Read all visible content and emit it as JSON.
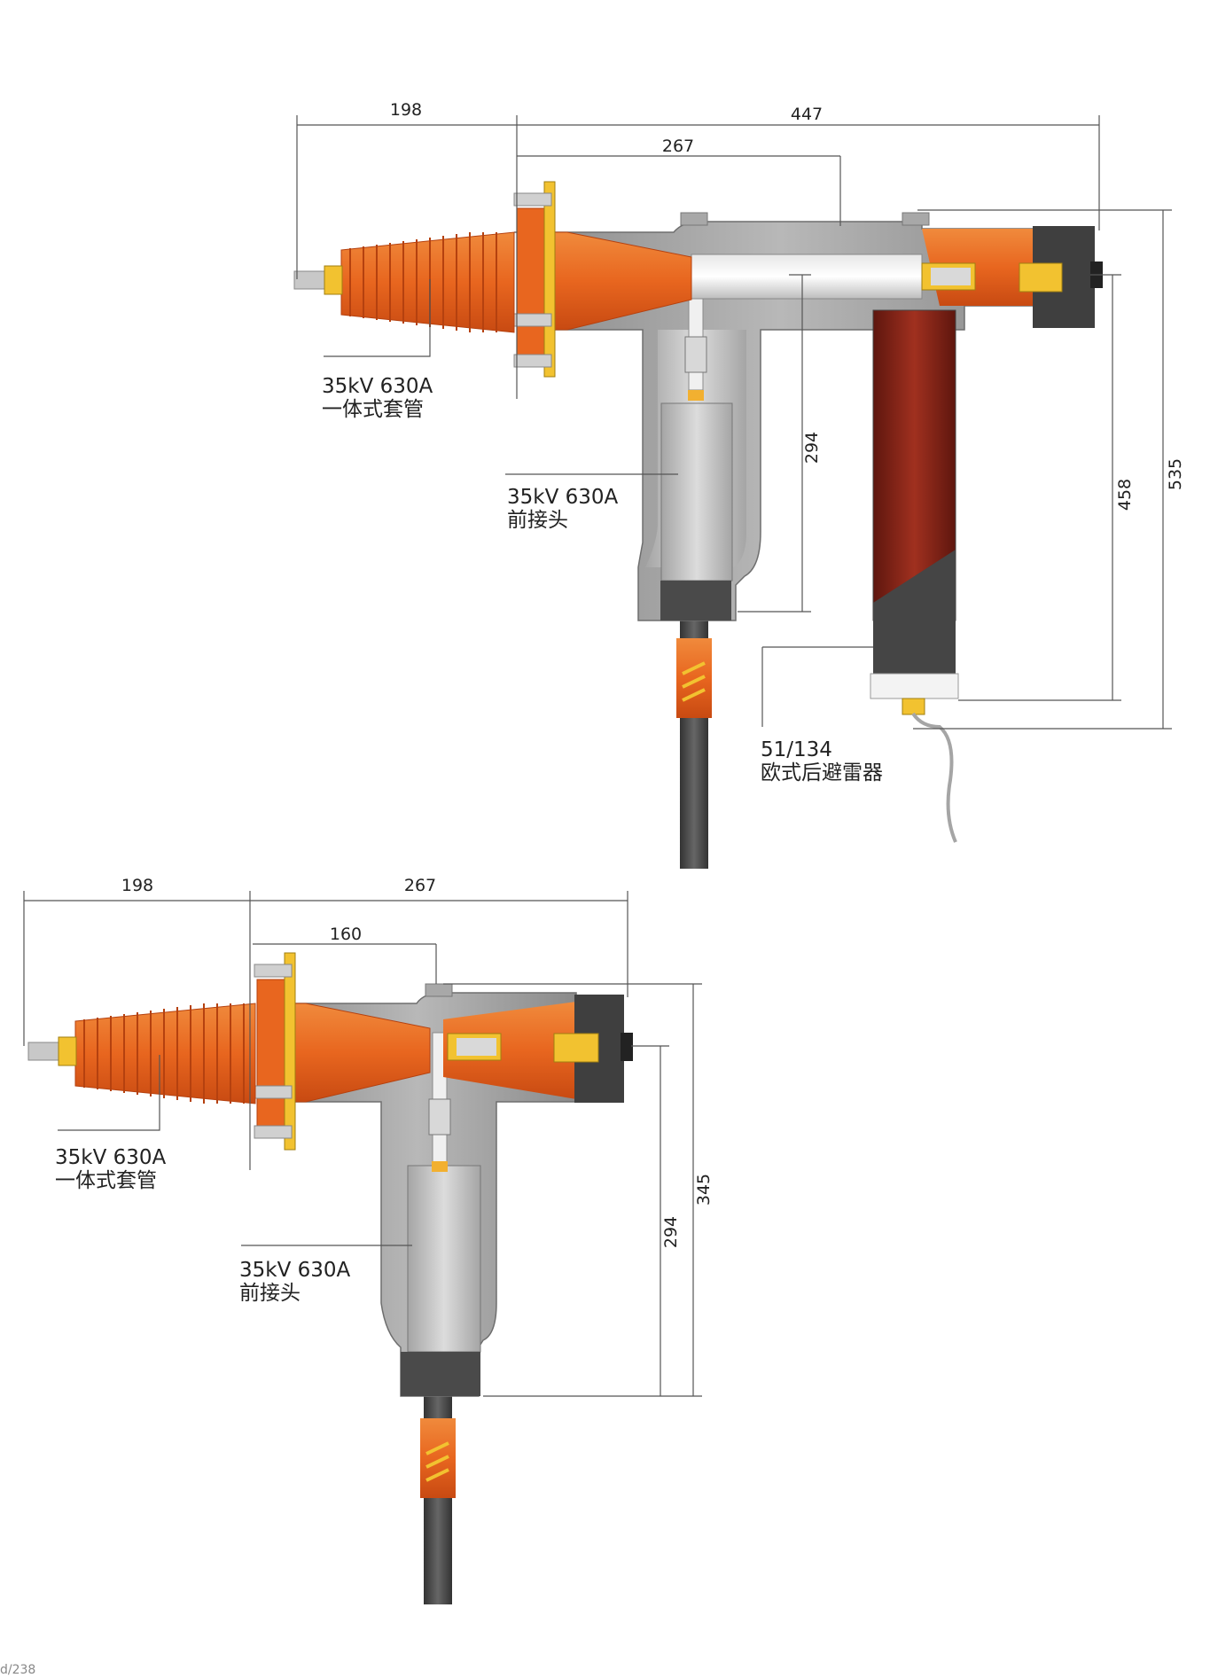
{
  "diagram_top": {
    "dimensions": {
      "d_198": "198",
      "d_447": "447",
      "d_267": "267",
      "d_294": "294",
      "d_458": "458",
      "d_535": "535"
    },
    "labels": {
      "bushing": {
        "line1": "35kV 630A",
        "line2": "一体式套管"
      },
      "front_connector": {
        "line1": "35kV 630A",
        "line2": "前接头"
      },
      "arrester": {
        "line1": "51/134",
        "line2": "欧式后避雷器"
      }
    }
  },
  "diagram_bottom": {
    "dimensions": {
      "d_198": "198",
      "d_267": "267",
      "d_160": "160",
      "d_294": "294",
      "d_345": "345"
    },
    "labels": {
      "bushing": {
        "line1": "35kV 630A",
        "line2": "一体式套管"
      },
      "front_connector": {
        "line1": "35kV 630A",
        "line2": "前接头"
      }
    }
  },
  "footer": {
    "text": "d/238"
  },
  "colors": {
    "orange": "#e8661f",
    "orange_dark": "#c84a12",
    "gray_body": "#9a9a9a",
    "gray_light": "#cfcfcf",
    "gray_dark": "#4a4a4a",
    "maroon": "#8b2418",
    "gold": "#e0b021"
  }
}
